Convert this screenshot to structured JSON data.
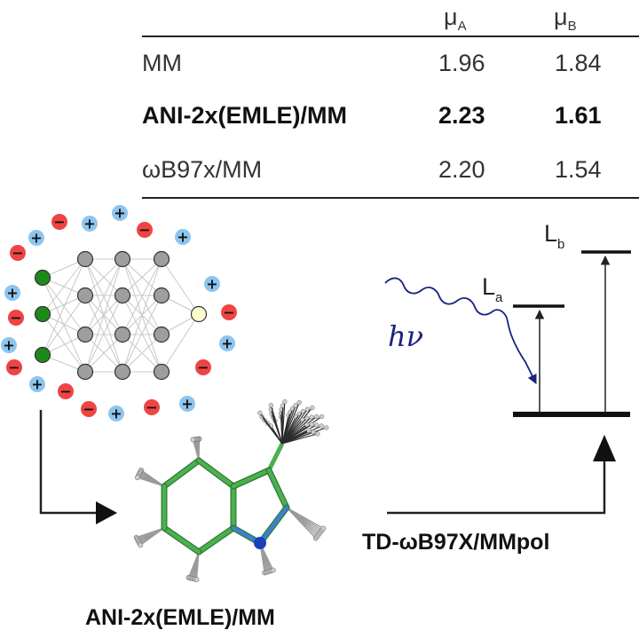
{
  "table": {
    "headers": [
      {
        "sym": "μ",
        "sub": "A"
      },
      {
        "sym": "μ",
        "sub": "B"
      }
    ],
    "rows": [
      {
        "method": "MM",
        "mu_a": "1.96",
        "mu_b": "1.84",
        "bold": false
      },
      {
        "method": "ANI-2x(EMLE)/MM",
        "mu_a": "2.23",
        "mu_b": "1.61",
        "bold": true
      },
      {
        "method": "ωB97x/MM",
        "mu_a": "2.20",
        "mu_b": "1.54",
        "bold": false
      }
    ]
  },
  "energy_levels": {
    "la": {
      "sym": "L",
      "sub": "a"
    },
    "lb": {
      "sym": "L",
      "sub": "b"
    },
    "photon": "hν"
  },
  "captions": {
    "td_method": "TD-ωB97X/MMpol",
    "ml_method": "ANI-2x(EMLE)/MM"
  },
  "network": {
    "input_nodes": 3,
    "hidden_layers": [
      4,
      4,
      4
    ],
    "output_nodes": 1,
    "colors": {
      "input": "#1b8a1b",
      "hidden": "#9e9e9e",
      "output": "#fffbd0"
    }
  },
  "charges": {
    "positive_symbol": "+",
    "negative_symbol": "−",
    "colors": {
      "positive": "#8ec5ef",
      "negative": "#ef4444"
    }
  }
}
